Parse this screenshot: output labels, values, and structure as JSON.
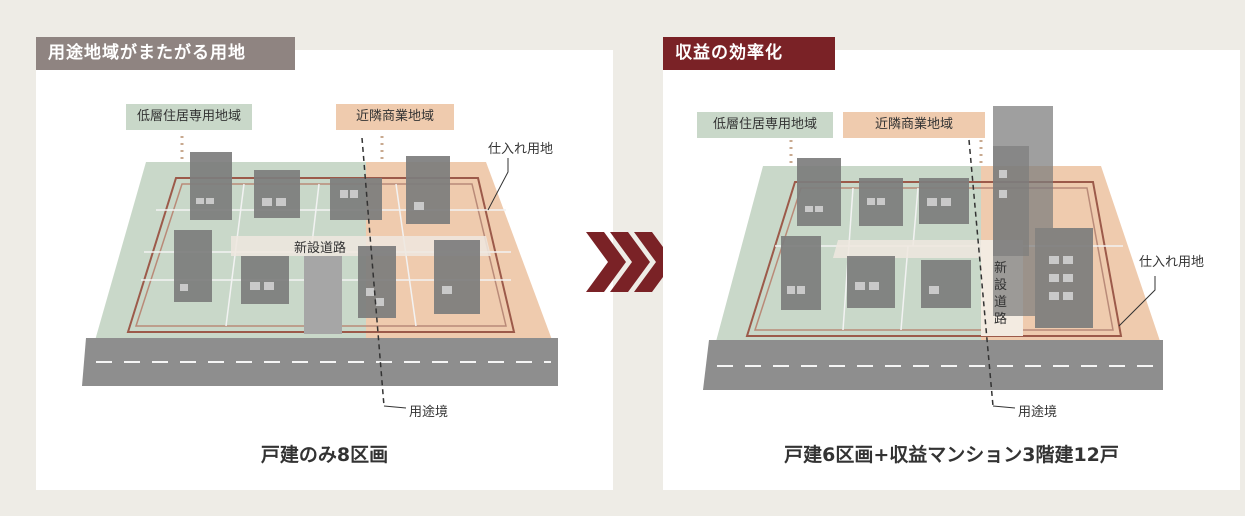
{
  "left": {
    "tag": "用途地域がまたがる用地",
    "zone_low": "低層住居専用地域",
    "zone_commercial": "近隣商業地域",
    "site_label": "仕入れ用地",
    "road_label": "新設道路",
    "boundary_label": "用途境",
    "caption": "戸建のみ8区画"
  },
  "right": {
    "tag": "収益の効率化",
    "zone_low": "低層住居専用地域",
    "zone_commercial": "近隣商業地域",
    "site_label": "仕入れ用地",
    "road_chars": [
      "新",
      "設",
      "道",
      "路"
    ],
    "boundary_label": "用途境",
    "caption": "戸建6区画+収益マンション3階建12戸"
  },
  "colors": {
    "green_zone": "#c9d8c9",
    "orange_zone": "#efcbae",
    "building": "#7d7d7d",
    "road": "#9b9b9b",
    "boundary_line": "#9c5a4a",
    "arrow": "#7a2226"
  }
}
